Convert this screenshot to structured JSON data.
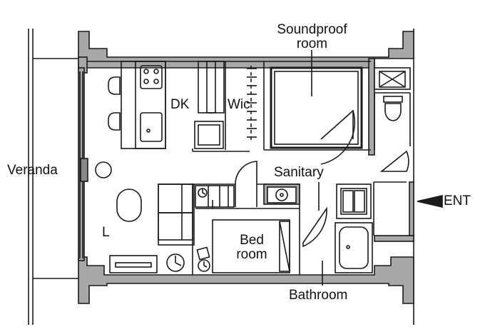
{
  "labels": {
    "soundproof_line1": "Soundproof",
    "soundproof_line2": "room",
    "dk": "DK",
    "wic": "Wic",
    "veranda": "Veranda",
    "sanitary": "Sanitary",
    "ent": "ENT",
    "bed_line1": "Bed",
    "bed_line2": "room",
    "living": "L",
    "bathroom": "Bathroom"
  },
  "colors": {
    "wall_fill": "#a8a8a8",
    "line": "#1a1a1a",
    "background": "#ffffff"
  }
}
